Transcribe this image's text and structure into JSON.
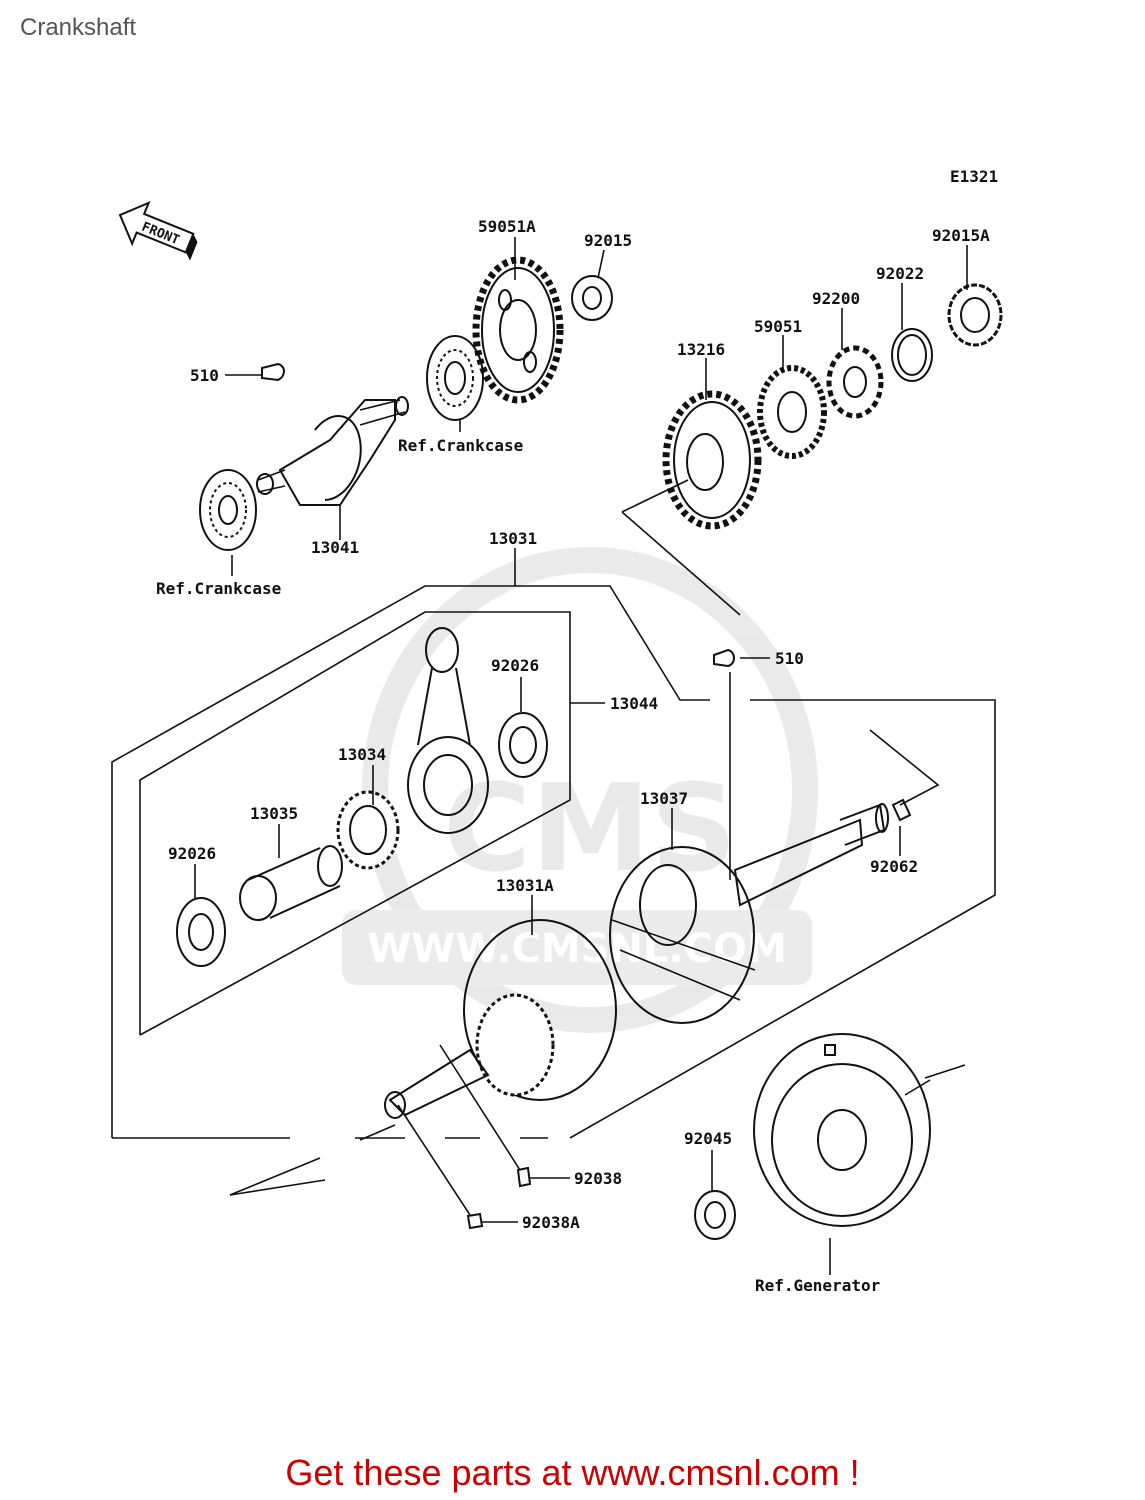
{
  "page": {
    "title": "Crankshaft",
    "footer": "Get these parts at www.cmsnl.com !"
  },
  "watermark": {
    "text": "CMS",
    "url": "WWW.CMSNL.COM"
  },
  "diagram": {
    "code": "E1321",
    "front_label": "FRONT",
    "labels": {
      "p59051A": "59051A",
      "p92015": "92015",
      "p92015A": "92015A",
      "p92022": "92022",
      "p92200": "92200",
      "p59051": "59051",
      "p13216": "13216",
      "p510_top": "510",
      "ref_crankcase_1": "Ref.Crankcase",
      "p13041": "13041",
      "ref_crankcase_2": "Ref.Crankcase",
      "p13031": "13031",
      "p510_mid": "510",
      "p92026_top": "92026",
      "p13044": "13044",
      "p13034": "13034",
      "p13035": "13035",
      "p92026_left": "92026",
      "p13037": "13037",
      "p92062": "92062",
      "p13031A": "13031A",
      "p92045": "92045",
      "p92038": "92038",
      "p92038A": "92038A",
      "ref_generator": "Ref.Generator"
    }
  },
  "colors": {
    "footer": "#cc0000",
    "title": "#555555",
    "ink": "#111111",
    "watermark": "#d9d9d9"
  }
}
